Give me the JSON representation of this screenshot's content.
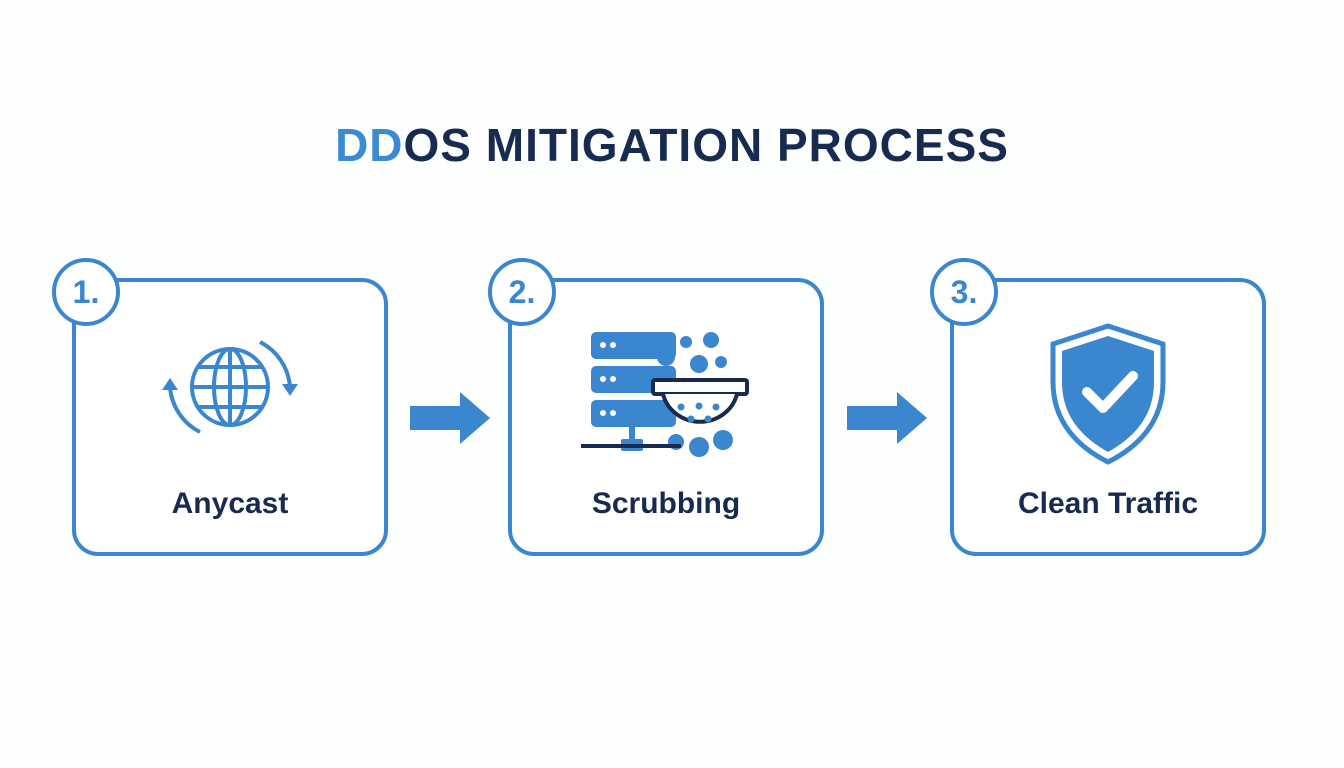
{
  "title": {
    "accent": "DD",
    "rest": "OS MITIGATION PROCESS"
  },
  "steps": [
    {
      "number": "1.",
      "label": "Anycast",
      "icon": "globe-rotate-icon"
    },
    {
      "number": "2.",
      "label": "Scrubbing",
      "icon": "server-strainer-icon"
    },
    {
      "number": "3.",
      "label": "Clean Traffic",
      "icon": "shield-check-icon"
    }
  ],
  "colors": {
    "accent": "#3a86cf",
    "dark": "#172a50"
  }
}
